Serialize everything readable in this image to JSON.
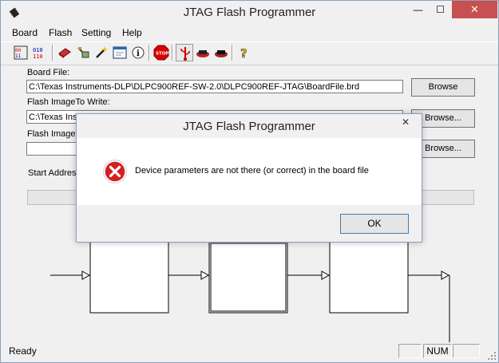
{
  "window": {
    "title": "JTAG Flash Programmer",
    "min_glyph": "—",
    "max_glyph": "☐",
    "close_glyph": "✕"
  },
  "menu": [
    "Board",
    "Flash",
    "Setting",
    "Help"
  ],
  "toolbar": {
    "icons": [
      "download-board-icon",
      "load-flash-icon",
      "erase-icon",
      "program-icon",
      "wand-icon",
      "window-icon",
      "info-icon",
      "stop-icon",
      "usb-icon",
      "device-red-icon",
      "device-black-icon",
      "help-icon"
    ]
  },
  "form": {
    "board_file_label": "Board File:",
    "board_file_value": "C:\\Texas Instruments-DLP\\DLPC900REF-SW-2.0\\DLPC900REF-JTAG\\BoardFile.brd",
    "browse1_label": "Browse",
    "image_write_label": "Flash ImageTo Write:",
    "image_write_value": "C:\\Texas Ins",
    "browse2_label": "Browse...",
    "image_read_label": "Flash Image T",
    "image_read_value": "",
    "browse3_label": "Browse...",
    "start_address_label": "Start Address"
  },
  "status": {
    "text": "Ready",
    "num_label": "NUM"
  },
  "dialog": {
    "title": "JTAG Flash Programmer",
    "close_glyph": "✕",
    "message": "Device parameters are not there (or correct) in the board file",
    "ok_label": "OK"
  }
}
